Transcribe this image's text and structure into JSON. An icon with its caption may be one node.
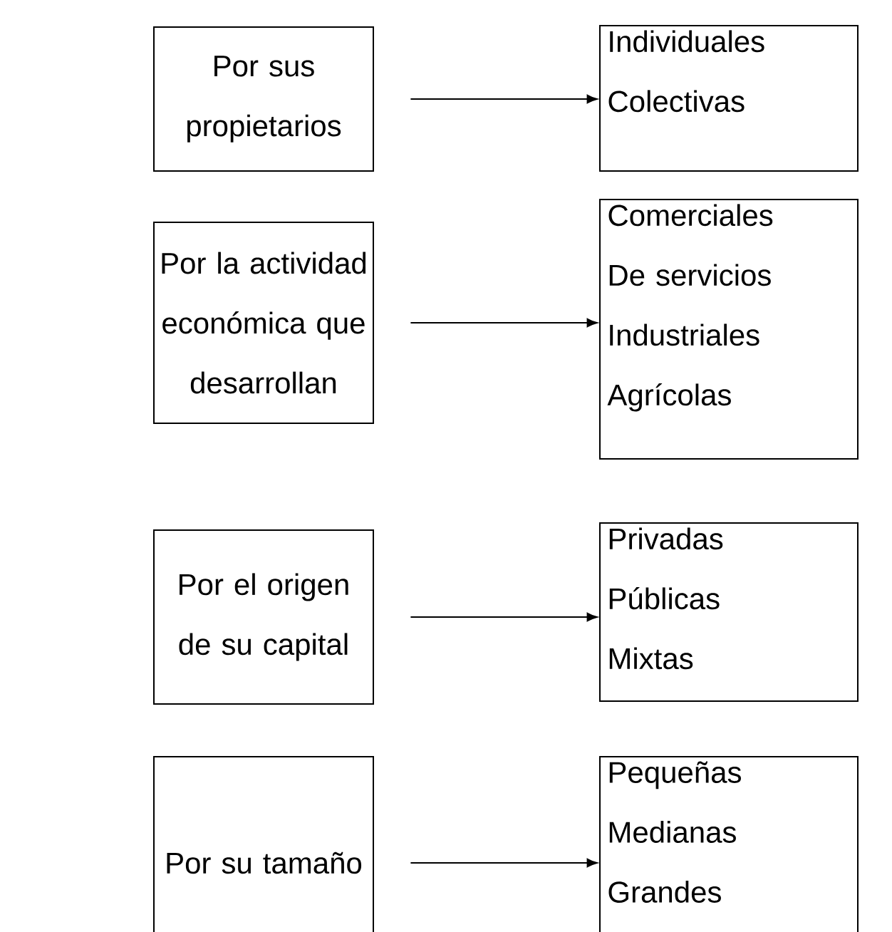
{
  "diagram": {
    "nodes": [
      {
        "text": [
          "Por sus propietarios"
        ]
      },
      {
        "text": [
          "Individuales",
          "Colectivas"
        ]
      },
      {
        "text": [
          "Por la actividad económica que desarrollan"
        ]
      },
      {
        "text": [
          "Comerciales",
          "De servicios",
          "Industriales",
          "Agrícolas"
        ]
      },
      {
        "text": [
          "Por el origen de su capital"
        ]
      },
      {
        "text": [
          "Privadas",
          "Públicas",
          "Mixtas"
        ]
      },
      {
        "text": [
          "Por su tamaño"
        ]
      },
      {
        "text": [
          "Pequeñas",
          "Medianas",
          "Grandes"
        ]
      }
    ],
    "edges": [
      {
        "from": 0,
        "to": 1,
        "arrow": "to"
      },
      {
        "from": 2,
        "to": 3,
        "arrow": "to"
      },
      {
        "from": 4,
        "to": 5,
        "arrow": "to"
      },
      {
        "from": 6,
        "to": 7,
        "arrow": "to"
      }
    ]
  }
}
